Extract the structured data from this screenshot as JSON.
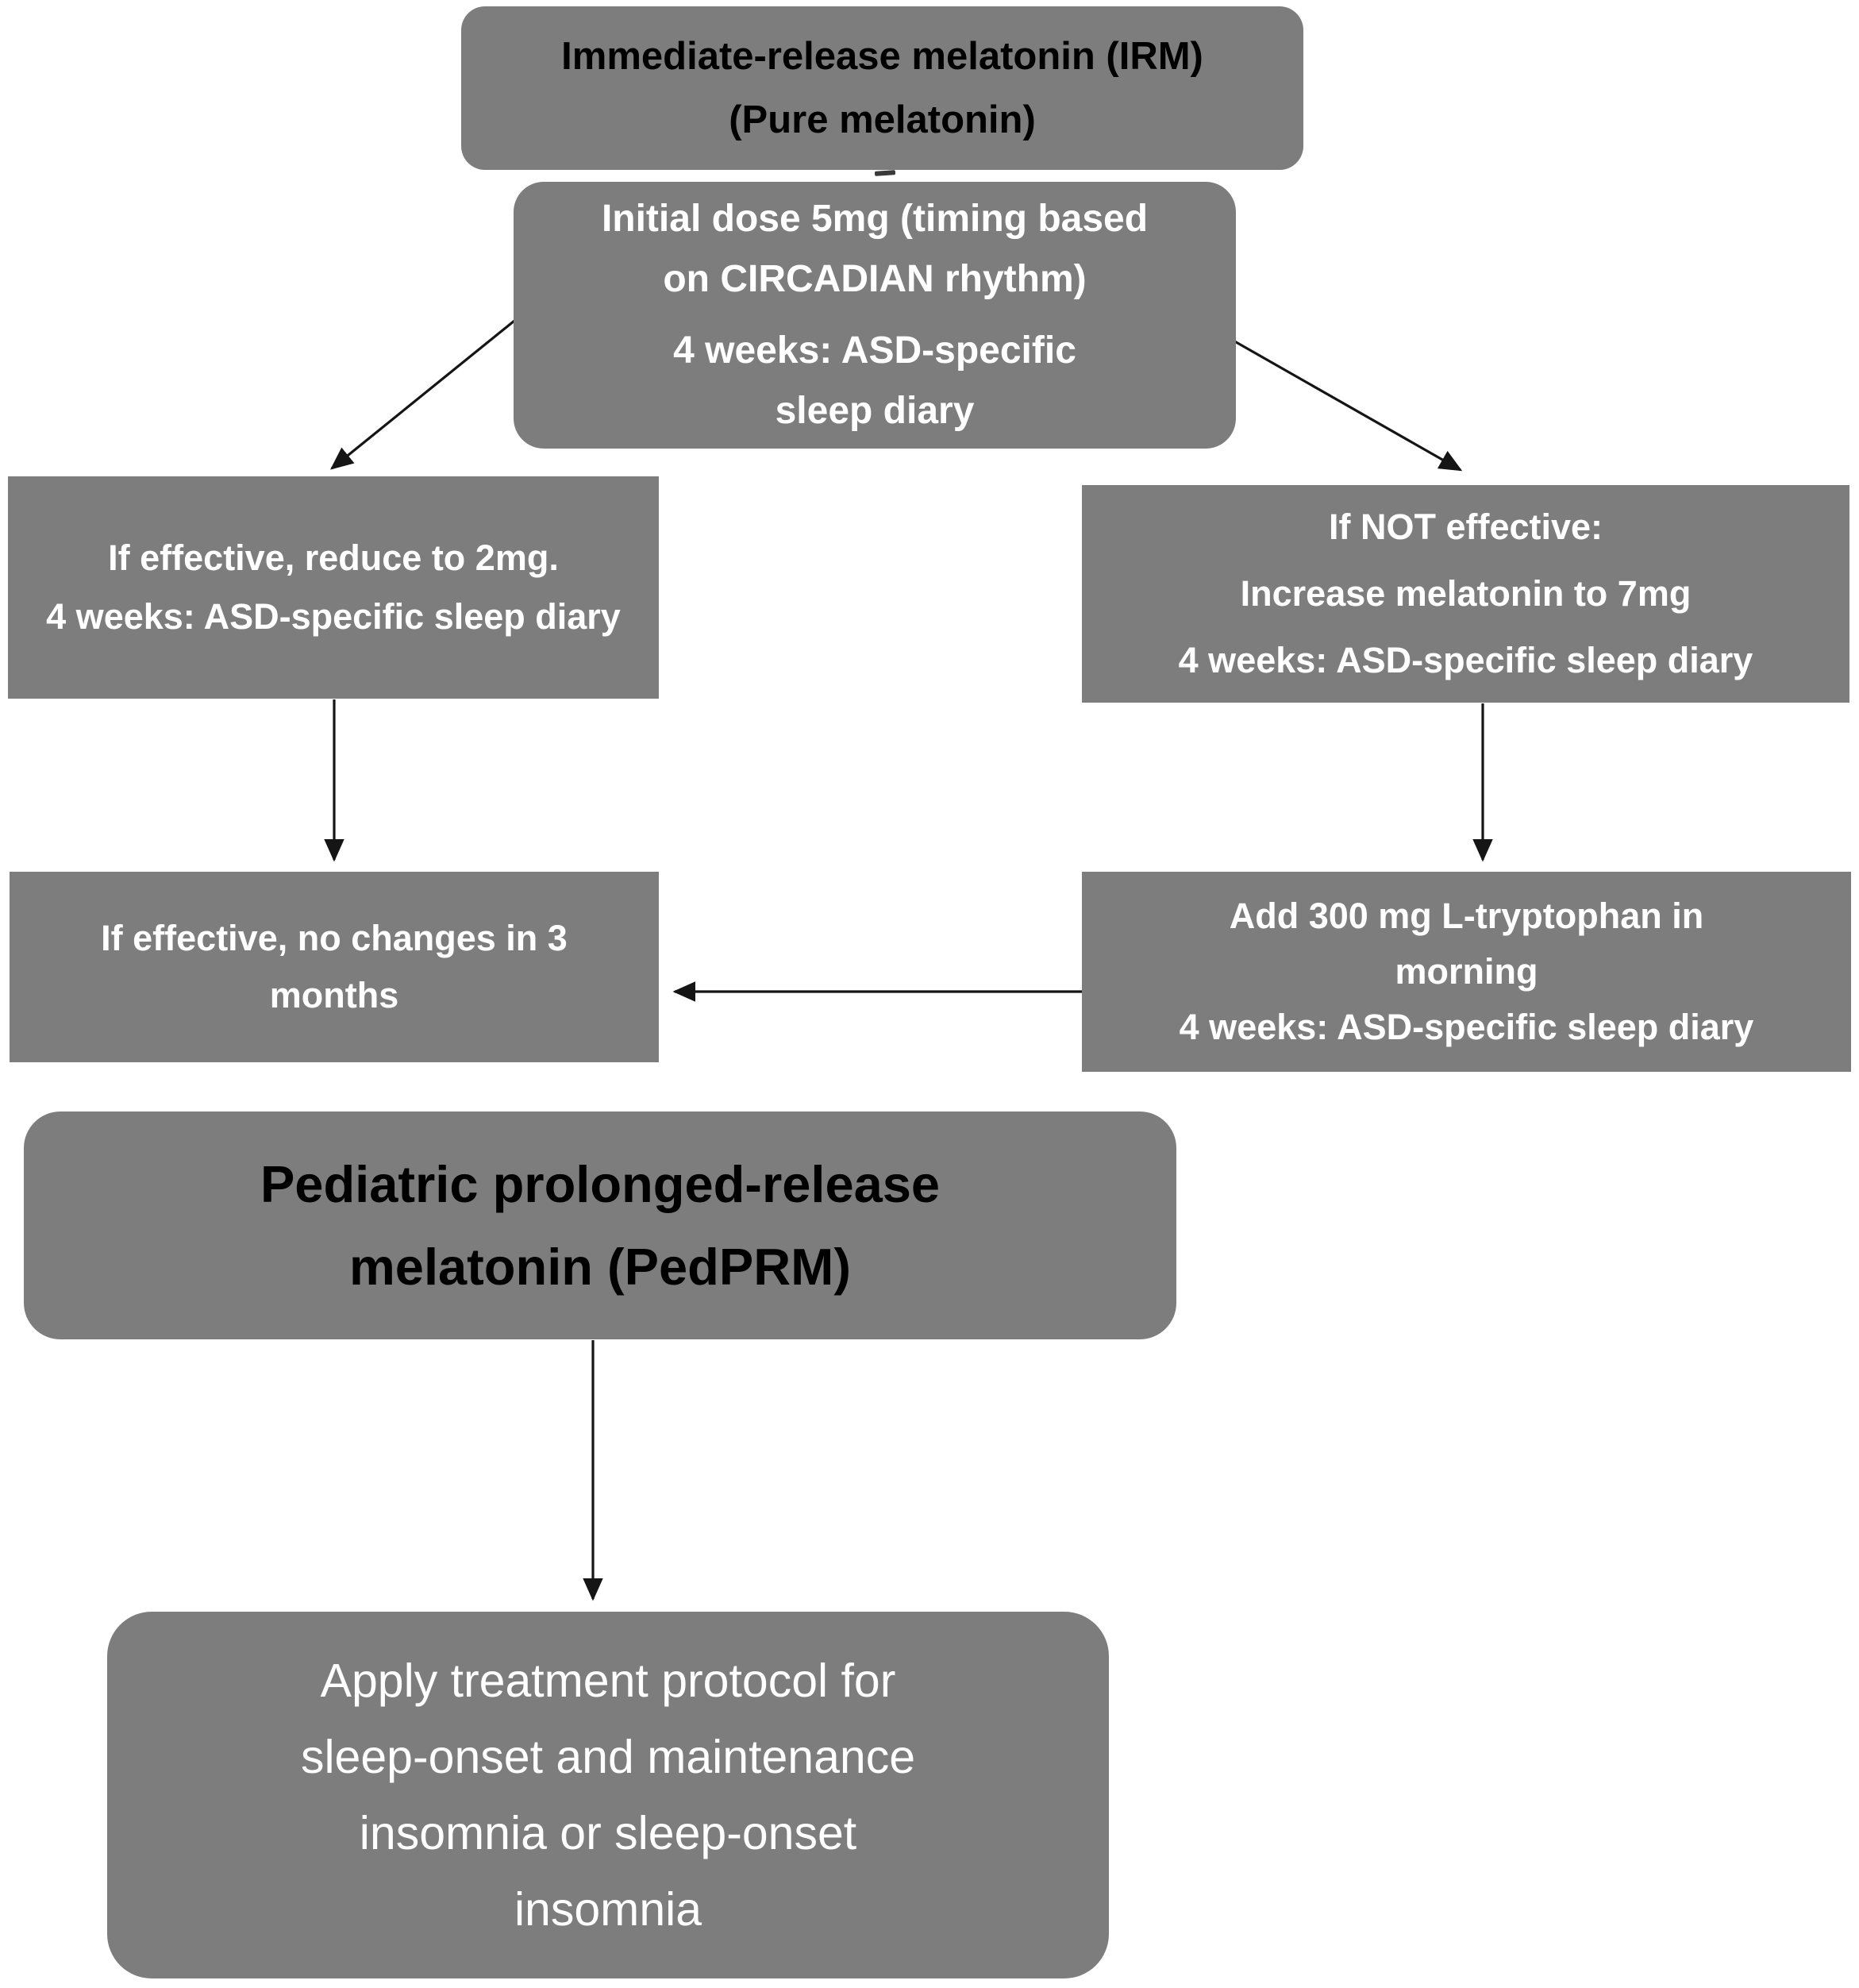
{
  "flowchart": {
    "nodes": {
      "irm": {
        "lines": [
          "Immediate-release melatonin (IRM)",
          "(Pure melatonin)"
        ]
      },
      "initial_dose": {
        "para1": [
          "Initial dose 5mg (timing based",
          "on CIRCADIAN rhythm)"
        ],
        "para2": [
          "4 weeks: ASD-specific",
          "sleep diary"
        ]
      },
      "effective_reduce": {
        "lines": [
          "If effective, reduce to 2mg.",
          "4 weeks: ASD-specific sleep diary"
        ]
      },
      "not_effective": {
        "lines": [
          "If NOT effective:",
          "Increase melatonin to 7mg",
          "4 weeks: ASD-specific sleep diary"
        ]
      },
      "no_changes": {
        "lines": [
          "If effective, no changes in 3",
          "months"
        ]
      },
      "tryptophan": {
        "lines": [
          "Add 300 mg L-tryptophan in",
          "morning",
          "4 weeks: ASD-specific sleep diary"
        ]
      },
      "pedprm": {
        "lines": [
          "Pediatric prolonged-release",
          "melatonin (PedPRM)"
        ]
      },
      "apply": {
        "lines": [
          "Apply treatment protocol for",
          "sleep-onset and maintenance",
          "insomnia or sleep-onset",
          "insomnia"
        ]
      }
    }
  },
  "colors": {
    "node_fill": "#7d7d7d",
    "text_light": "#ffffff",
    "text_dark": "#000000",
    "arrow": "#151515",
    "canvas_bg": "#ffffff"
  }
}
